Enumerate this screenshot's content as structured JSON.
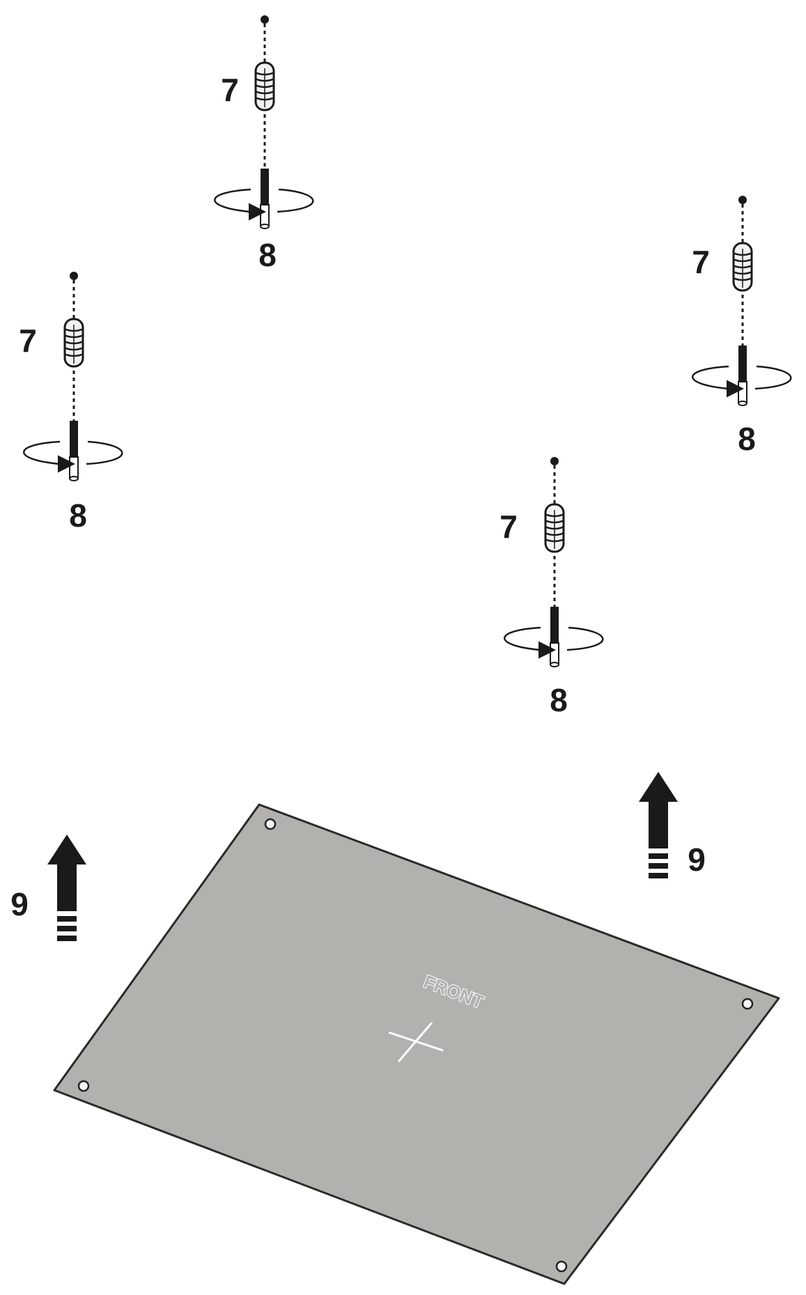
{
  "labels": {
    "anchor": "7",
    "screw": "8",
    "lift": "9",
    "front": "FRONT"
  },
  "colors": {
    "plate_fill": "#b3b1ae",
    "plate_stroke": "#2a2a2a",
    "ink": "#1a1a1a"
  },
  "icons": {
    "rotation": "rotation-arrow-icon",
    "lift": "up-arrow-icon",
    "center_mark": "crosshair-icon"
  }
}
